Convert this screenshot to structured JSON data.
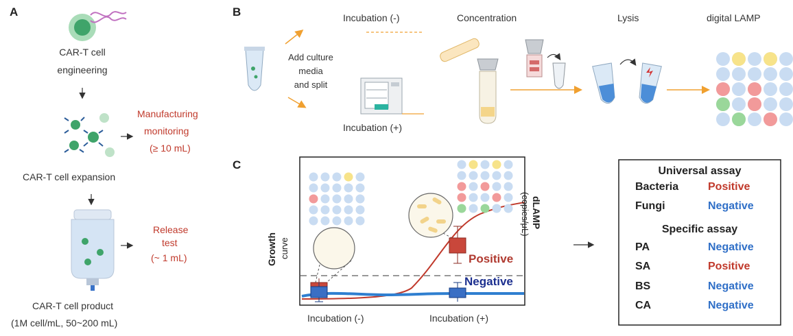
{
  "panel_a": {
    "letter": "A",
    "step1_line1": "CAR-T cell",
    "step1_line2": "engineering",
    "step2": "CAR-T cell expansion",
    "step3_line1": "CAR-T cell product",
    "step3_line2": "(1M cell/mL, 50~200 mL)",
    "manufacturing_line1": "Manufacturing",
    "manufacturing_line2": "monitoring",
    "manufacturing_line3": "(≥ 10 mL)",
    "release_line1": "Release",
    "release_line2": "test",
    "release_line3": "(~ 1 mL)"
  },
  "panel_b": {
    "letter": "B",
    "add_line1": "Add culture",
    "add_line2": "media",
    "add_line3": "and split",
    "incubation_minus": "Incubation (-)",
    "incubation_plus": "Incubation (+)",
    "concentration": "Concentration",
    "lysis": "Lysis",
    "digital_lamp": "digital LAMP"
  },
  "panel_c": {
    "letter": "C",
    "y_left_line1": "Growth",
    "y_left_line2": "curve",
    "y_right_line1": "dLAMP",
    "y_right_line2": "(copies/μL)",
    "x_tick_minus": "Incubation (-)",
    "x_tick_plus": "Incubation (+)",
    "positive": "Positive",
    "negative": "Negative"
  },
  "results_box": {
    "universal_title": "Universal assay",
    "universal_rows": [
      {
        "label": "Bacteria",
        "result": "Positive"
      },
      {
        "label": "Fungi",
        "result": "Negative"
      }
    ],
    "specific_title": "Specific assay",
    "specific_rows": [
      {
        "label": "PA",
        "result": "Negative"
      },
      {
        "label": "SA",
        "result": "Positive"
      },
      {
        "label": "BS",
        "result": "Negative"
      },
      {
        "label": "CA",
        "result": "Negative"
      }
    ]
  },
  "colors": {
    "red": "#c0392b",
    "blue": "#1f4fb5",
    "orange_arrow": "#f0a030",
    "green_cell": "#4caf7a",
    "well": "#c9dcf2"
  }
}
